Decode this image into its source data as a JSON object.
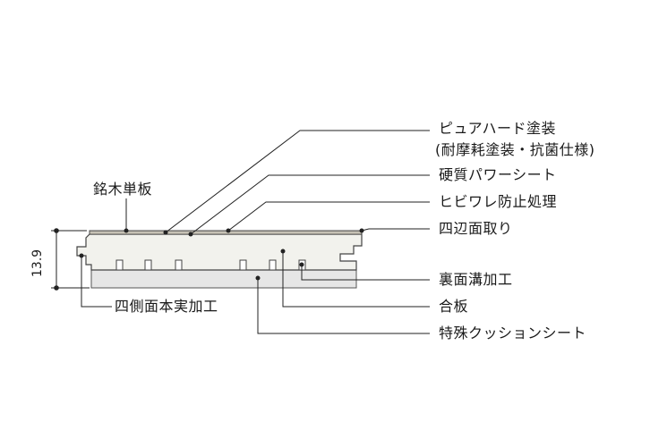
{
  "dimension": {
    "thickness": "13.9"
  },
  "labels": {
    "pure_hard": "ピュアハード塗装",
    "pure_hard_sub": "(耐摩耗塗装・抗菌仕様)",
    "hard_sheet": "硬質パワーシート",
    "crack_prevent": "ヒビワレ防止処理",
    "chamfer": "四辺面取り",
    "veneer": "銘木単板",
    "back_groove": "裏面溝加工",
    "plywood": "合板",
    "side_joint": "四側面本実加工",
    "cushion": "特殊クッションシート"
  },
  "colors": {
    "line": "#222222",
    "board_fill": "#f2f2ed",
    "cushion_fill": "#e6e6e6",
    "veneer_fill": "#d8d2c2"
  }
}
